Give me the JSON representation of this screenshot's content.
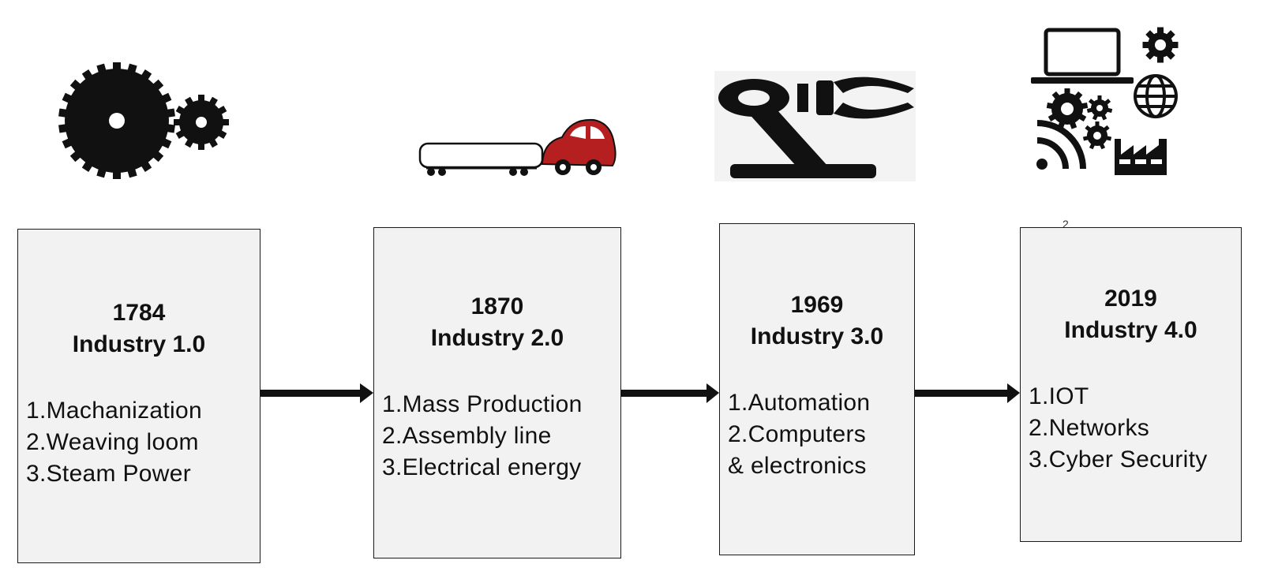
{
  "stages": [
    {
      "year": "1784",
      "title": "Industry 1.0",
      "items": [
        "1.Machanization",
        "2.Weaving loom",
        "3.Steam Power"
      ],
      "icon": "gears-icon"
    },
    {
      "year": "1870",
      "title": "Industry 2.0",
      "items": [
        "1.Mass Production",
        "2.Assembly line",
        "3.Electrical energy"
      ],
      "icon": "train-car-icon"
    },
    {
      "year": "1969",
      "title": "Industry 3.0",
      "items": [
        "1.Automation",
        "2.Computers",
        "& electronics"
      ],
      "icon": "robot-arm-icon"
    },
    {
      "year": "2019",
      "title": "Industry 4.0",
      "items": [
        "1.IOT",
        "2.Networks",
        "3.Cyber Security"
      ],
      "icon": "iot-icons-cluster"
    }
  ],
  "stray_mark": "2",
  "colors": {
    "box_fill": "#f2f2f2",
    "border": "#1a1a1a",
    "car_red": "#b51f1f",
    "icon_dark": "#111111"
  }
}
